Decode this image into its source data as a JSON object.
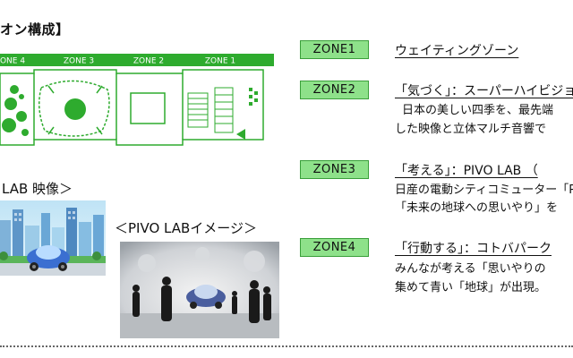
{
  "title": "オン構成】",
  "plan": {
    "zone_labels": [
      "ONE 4",
      "ZONE 3",
      "ZONE 2",
      "ZONE 1"
    ]
  },
  "lab_video_caption": "LAB 映像＞",
  "pivo_image_caption": "＜PIVO LABイメージ＞",
  "zones": [
    {
      "badge": "ZONE1",
      "title": "ウェイティングゾーン",
      "lines": []
    },
    {
      "badge": "ZONE2",
      "title": "「気づく」：スーパーハイビジョ",
      "lines": [
        "日本の美しい四季を、最先端",
        "した映像と立体マルチ音響で"
      ]
    },
    {
      "badge": "ZONE3",
      "title": "「考える」：PIVO LAB （",
      "lines": [
        "日産の電動シティコミューター「PIVO",
        "「未来の地球への思いやり」を"
      ]
    },
    {
      "badge": "ZONE4",
      "title": "「行動する」：コトバパーク",
      "lines": [
        "みんなが考える「思いやりの",
        "集めて青い「地球」が出現。"
      ]
    }
  ],
  "colors": {
    "badge_fill": "#8ee18a",
    "plan_green": "#2eab2e"
  }
}
